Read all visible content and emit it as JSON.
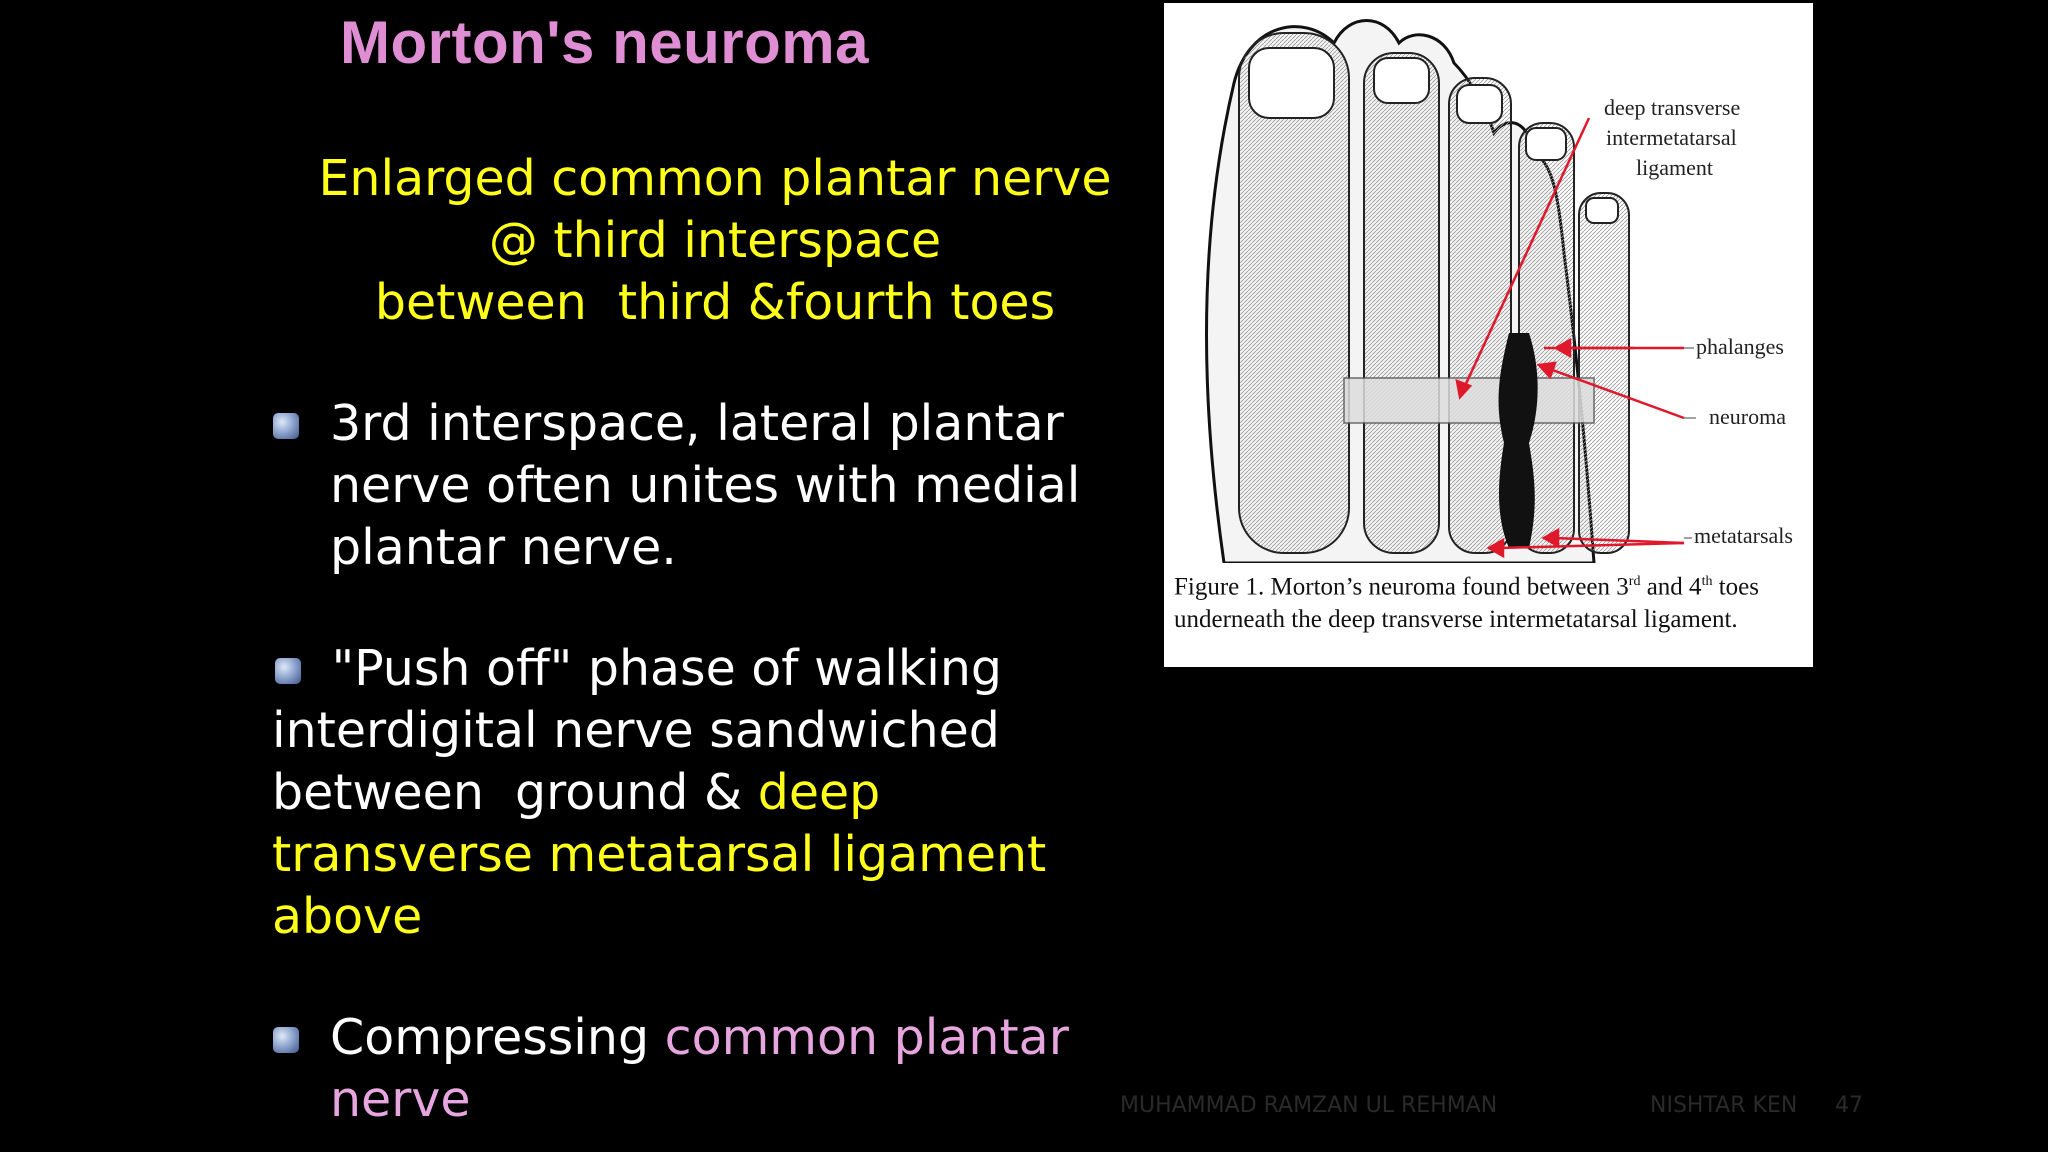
{
  "slide": {
    "title": "Morton's neuroma",
    "subtitle": [
      "Enlarged common plantar nerve",
      "@ third interspace",
      "between  third &fourth toes"
    ],
    "bullets": {
      "b1": "3rd  interspace, lateral plantar nerve often unites with medial plantar nerve.",
      "b2_white": " \"Push off\" phase of walking interdigital nerve sandwiched between  ground & ",
      "b2_yellow": "deep transverse metatarsal ligament above",
      "b3_white": "Compressing ",
      "b3_pink": "common plantar nerve"
    },
    "footer": {
      "author": "MUHAMMAD RAMZAN UL REHMAN",
      "org": "NISHTAR KEN",
      "page": "47"
    }
  },
  "figure": {
    "labels": {
      "ligament": [
        "deep transverse",
        "intermetatarsal",
        "ligament"
      ],
      "phalanges": "phalanges",
      "neuroma": "neuroma",
      "metatarsals": "metatarsals"
    },
    "caption_a": "Figure 1.  Morton’s neuroma found between 3",
    "caption_sup1": "rd",
    "caption_b": " and 4",
    "caption_sup2": "th",
    "caption_c": " toes underneath the deep transverse intermetatarsal ligament."
  },
  "colors": {
    "title": "#e08ed4",
    "highlight_yellow": "#ffff1a",
    "highlight_pink": "#e8a6e0",
    "arrow": "#e0182c"
  }
}
